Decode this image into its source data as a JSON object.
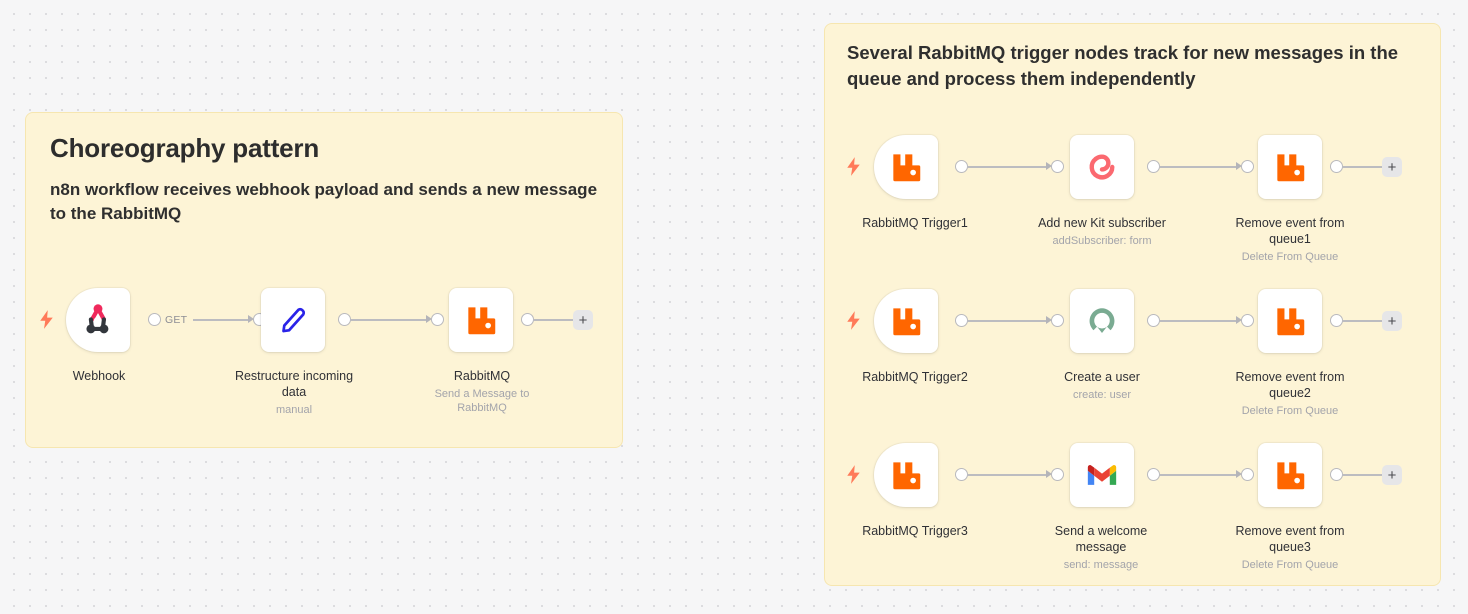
{
  "canvas": {
    "background_color": "#f6f6f7",
    "dot_color": "#dcdcdf"
  },
  "colors": {
    "sticky_bg": "#fdf4d6",
    "sticky_border": "#f6e6b0",
    "rabbitmq_orange": "#ff6600",
    "trigger_bolt": "#ff7a59",
    "kit_pink": "#fb6970",
    "mattermost_green": "#7aab92",
    "wire_gray": "#bcbcc0",
    "label_text": "#303136",
    "sublabel_text": "#a3a4ab"
  },
  "sticky_notes": [
    {
      "id": "choreography",
      "title": "Choreography pattern",
      "subtitle": "n8n workflow receives webhook payload and sends a new message to the RabbitMQ"
    },
    {
      "id": "rabbitmq-triggers",
      "title": "",
      "subtitle": "Several RabbitMQ trigger nodes track for new messages in the queue and process them independently"
    }
  ],
  "left_workflow": {
    "nodes": [
      {
        "name": "Webhook",
        "subtitle": "",
        "icon": "webhook-icon",
        "is_trigger": true
      },
      {
        "name": "Restructure incoming data",
        "subtitle": "manual",
        "icon": "edit-pencil-icon",
        "is_trigger": false
      },
      {
        "name": "RabbitMQ",
        "subtitle": "Send a Message to RabbitMQ",
        "icon": "rabbitmq-icon",
        "is_trigger": false
      }
    ],
    "connection_label": "GET",
    "add_button_label": "+"
  },
  "right_workflow": {
    "rows": [
      {
        "nodes": [
          {
            "name": "RabbitMQ Trigger1",
            "subtitle": "",
            "icon": "rabbitmq-icon",
            "is_trigger": true
          },
          {
            "name": "Add new Kit subscriber",
            "subtitle": "addSubscriber: form",
            "icon": "kit-icon",
            "is_trigger": false
          },
          {
            "name": "Remove event from queue1",
            "subtitle": "Delete From Queue",
            "icon": "rabbitmq-icon",
            "is_trigger": false
          }
        ],
        "add_button_label": "+"
      },
      {
        "nodes": [
          {
            "name": "RabbitMQ Trigger2",
            "subtitle": "",
            "icon": "rabbitmq-icon",
            "is_trigger": true
          },
          {
            "name": "Create a user",
            "subtitle": "create: user",
            "icon": "mattermost-icon",
            "is_trigger": false
          },
          {
            "name": "Remove event from queue2",
            "subtitle": "Delete From Queue",
            "icon": "rabbitmq-icon",
            "is_trigger": false
          }
        ],
        "add_button_label": "+"
      },
      {
        "nodes": [
          {
            "name": "RabbitMQ Trigger3",
            "subtitle": "",
            "icon": "rabbitmq-icon",
            "is_trigger": true
          },
          {
            "name": "Send a welcome message",
            "subtitle": "send: message",
            "icon": "gmail-icon",
            "is_trigger": false
          },
          {
            "name": "Remove event from queue3",
            "subtitle": "Delete From Queue",
            "icon": "rabbitmq-icon",
            "is_trigger": false
          }
        ],
        "add_button_label": "+"
      }
    ]
  }
}
